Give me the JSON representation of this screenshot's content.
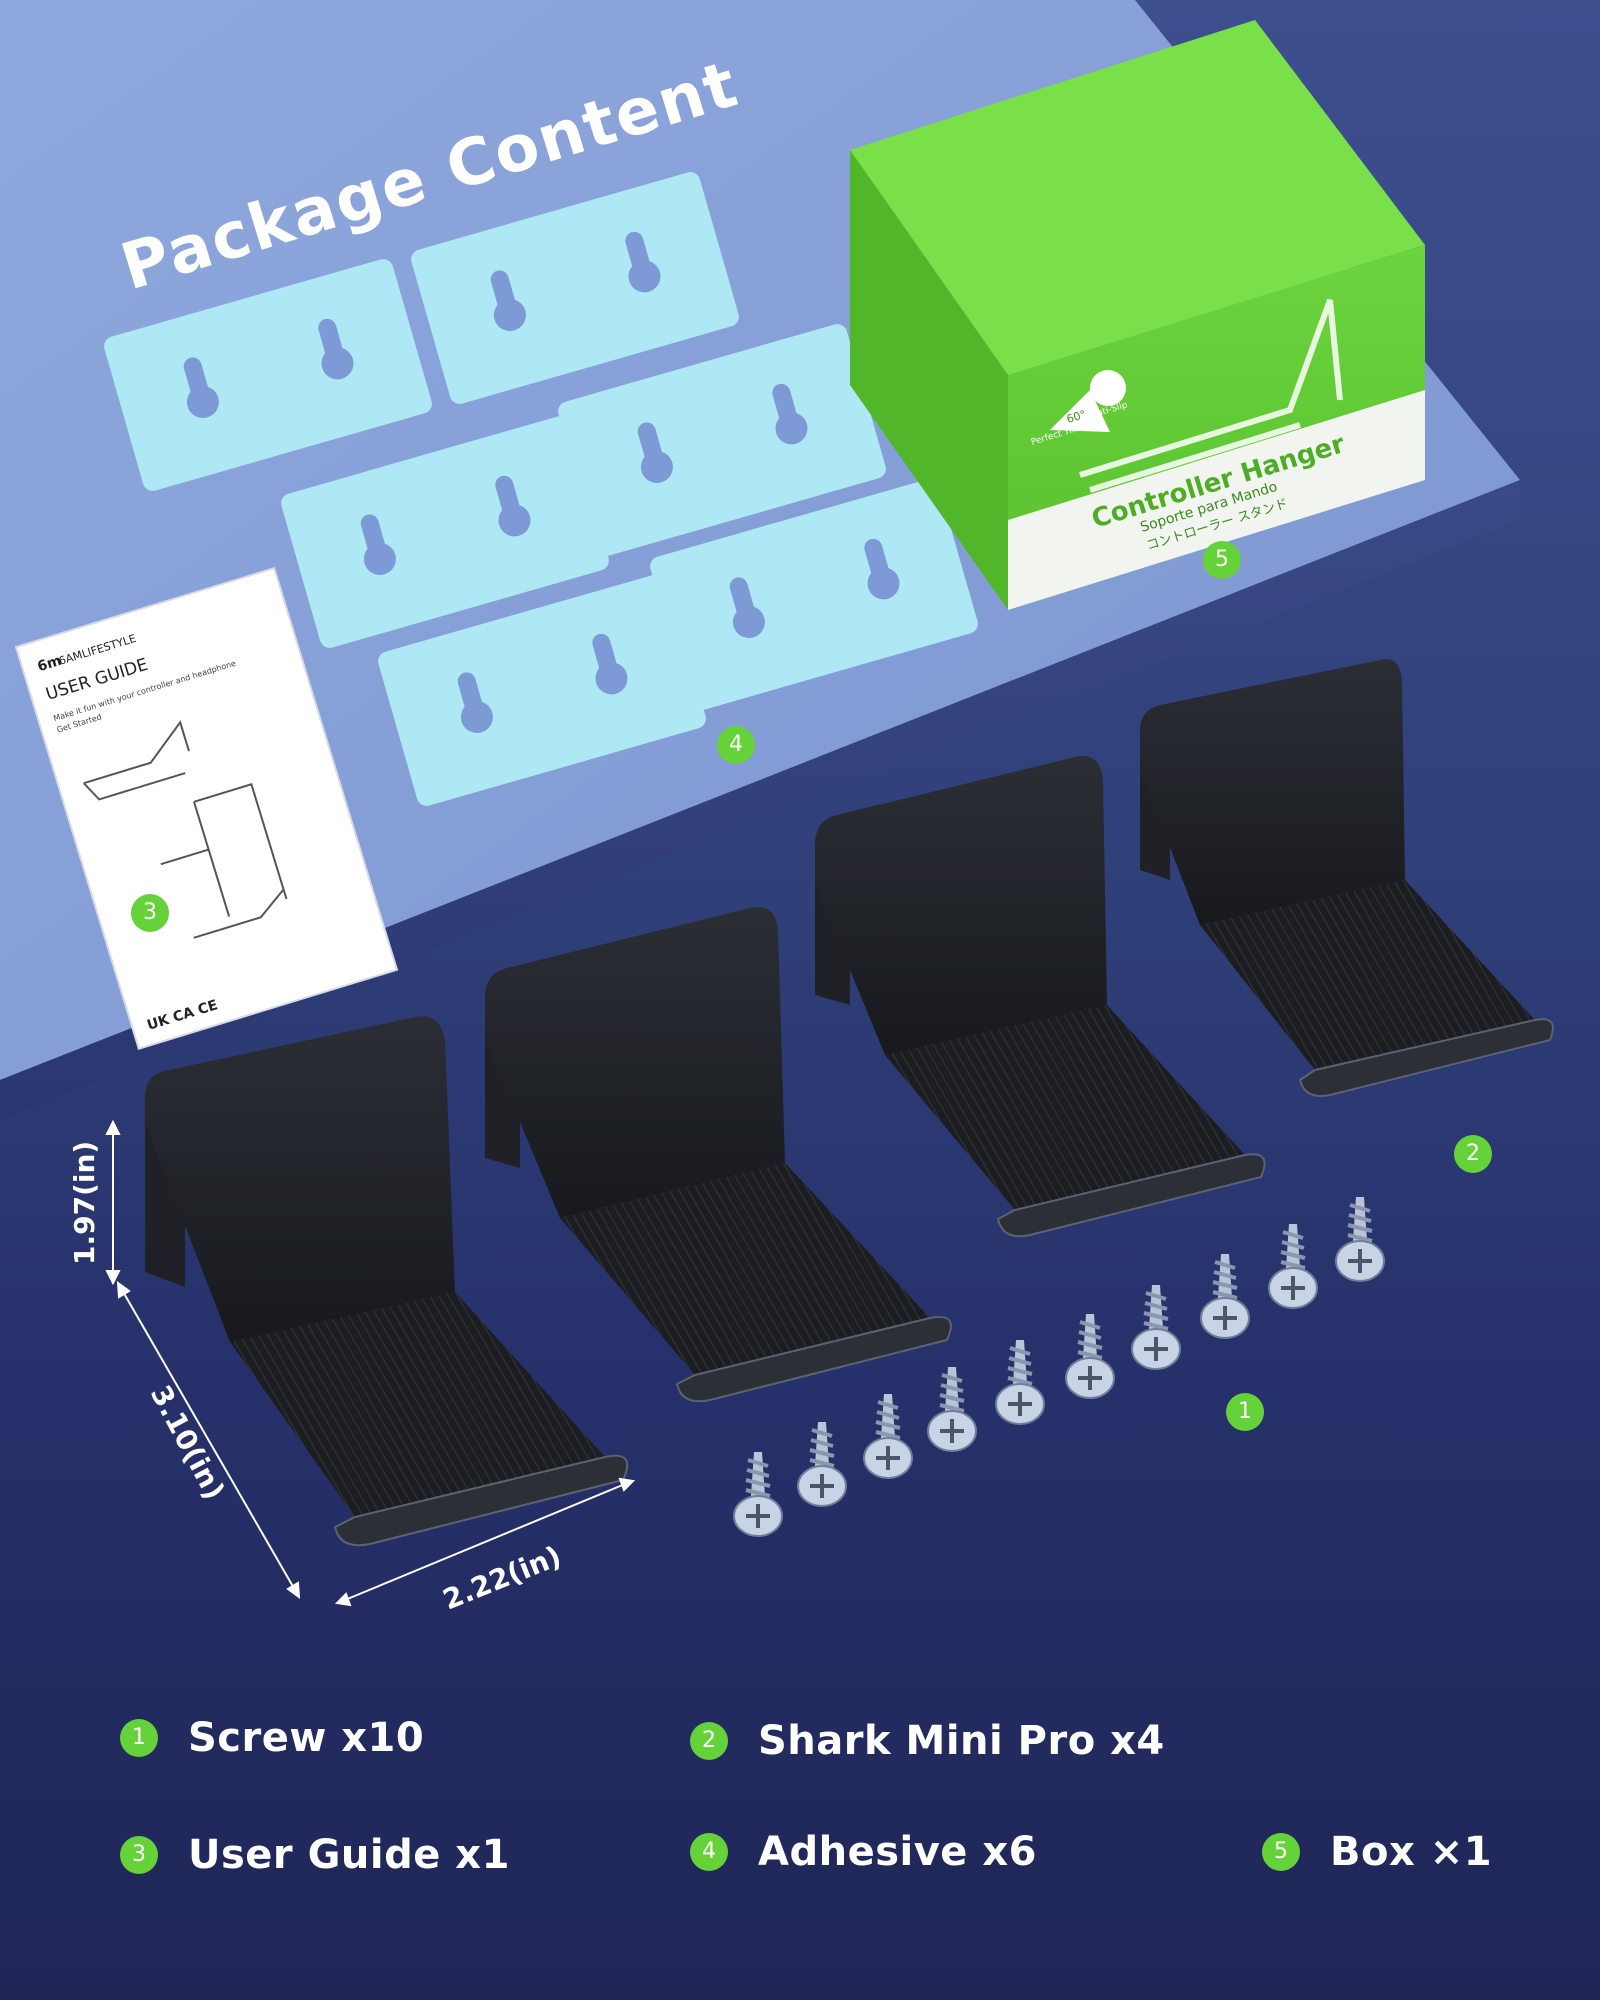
{
  "title": "Package Content",
  "colors": {
    "accent_green": "#66d23a",
    "tabletop": "#8aa4d8",
    "background_dark": "#26306a",
    "adhesive": "#aee8f4",
    "box_green": "#6ad33c"
  },
  "box": {
    "title": "Controller Hanger",
    "subtitle_es": "Soporte para Mando",
    "subtitle_jp": "コントローラー スタンド",
    "tilt_badge": "60°",
    "tilt_label": "Perfect Tilt",
    "antislip_label": "Anti-Slip"
  },
  "guide": {
    "brand": "6AMLIFESTYLE",
    "brand_mark": "6m",
    "title": "USER GUIDE",
    "line1": "Make it fun with your controller and headphone",
    "line2": "Get Started",
    "marks": "UK CA CE"
  },
  "callouts": {
    "box": "5",
    "adhesive": "4",
    "guide": "3",
    "hanger": "2",
    "screw": "1"
  },
  "dimensions": {
    "height": "1.97(in)",
    "depth": "3.10(in)",
    "width": "2.22(in)"
  },
  "legend": [
    {
      "num": "1",
      "label": "Screw x10"
    },
    {
      "num": "2",
      "label": "Shark Mini Pro x4"
    },
    {
      "num": "3",
      "label": "User Guide x1"
    },
    {
      "num": "4",
      "label": "Adhesive x6"
    },
    {
      "num": "5",
      "label": "Box ×1"
    }
  ]
}
